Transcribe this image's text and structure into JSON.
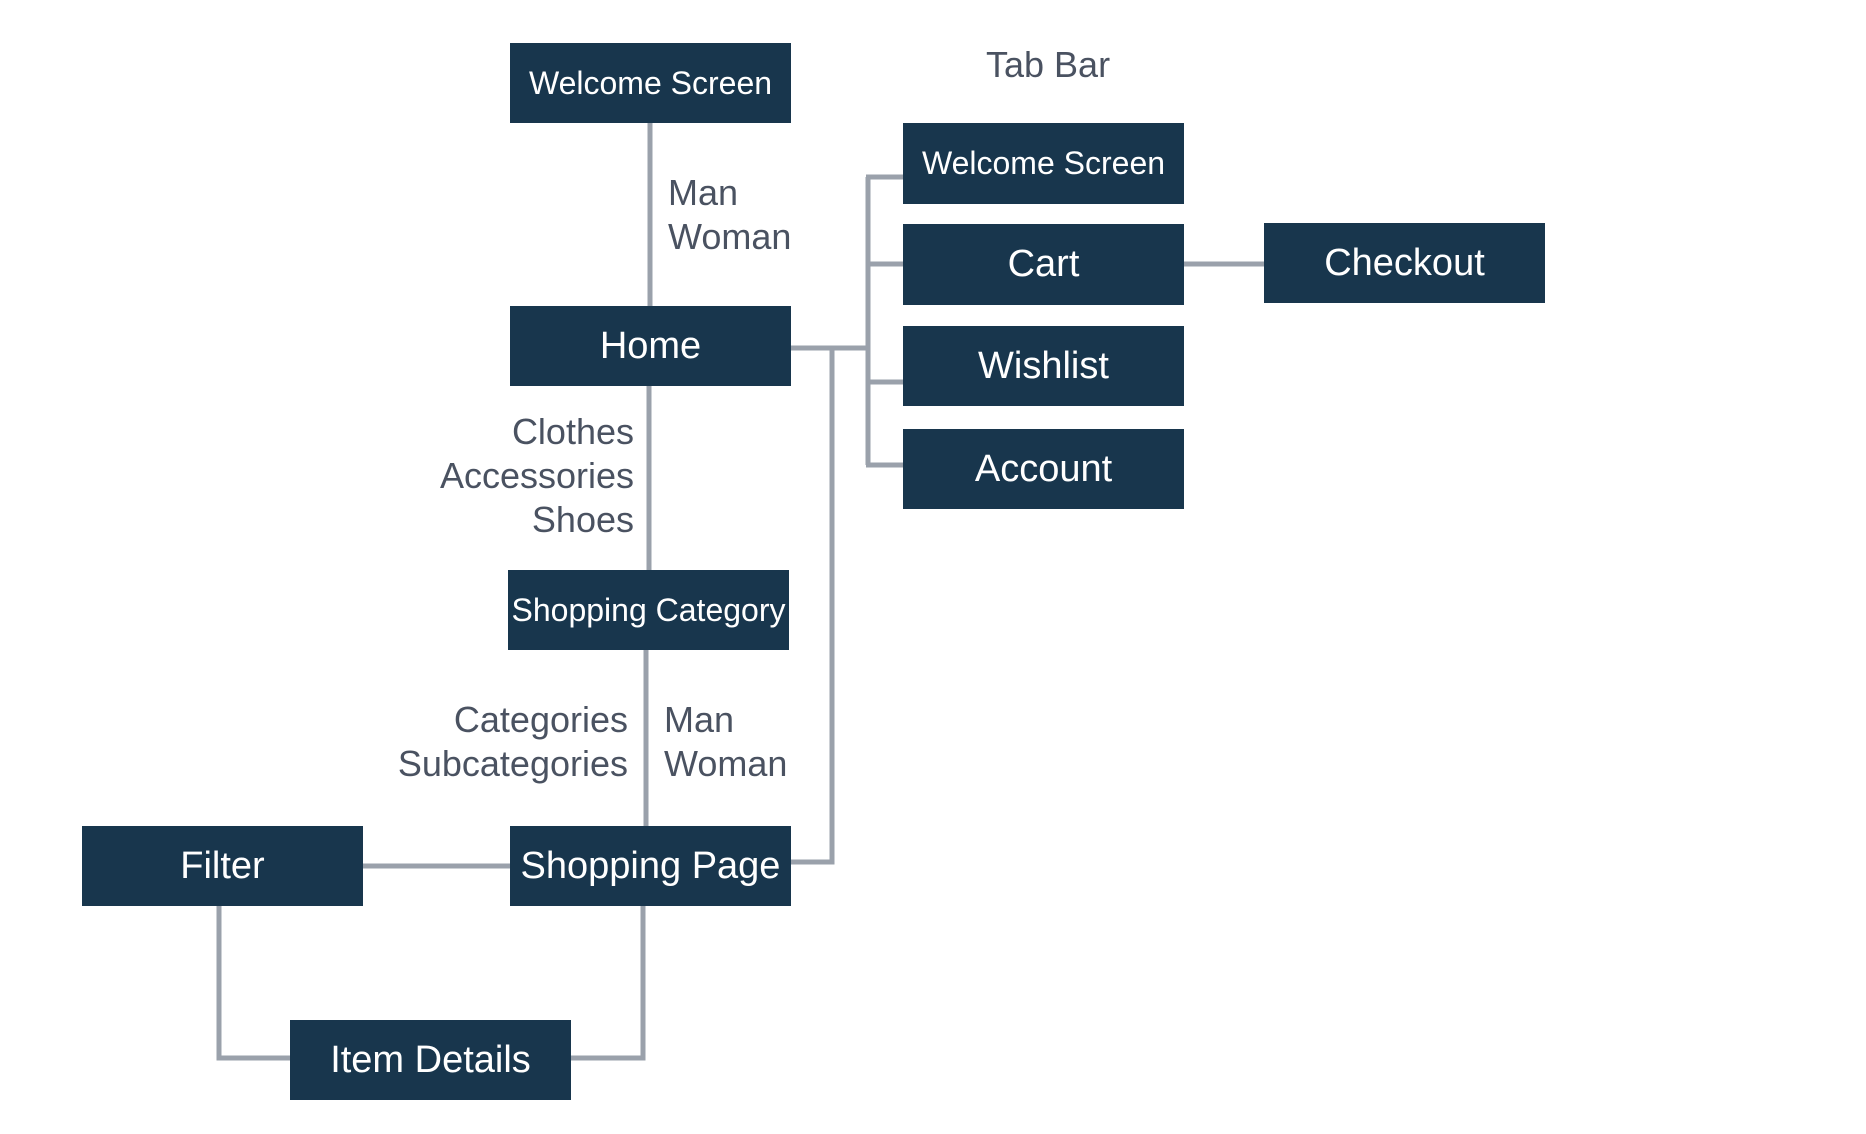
{
  "colors": {
    "node_fill": "#18364d",
    "node_text": "#ffffff",
    "connector": "#9aa1ab",
    "label_text": "#4a5261"
  },
  "tab_bar_title": "Tab Bar",
  "nodes": {
    "welcome_screen": "Welcome Screen",
    "home": "Home",
    "shopping_category": "Shopping Category",
    "shopping_page": "Shopping Page",
    "filter": "Filter",
    "item_details": "Item Details",
    "tab_welcome_screen": "Welcome Screen",
    "tab_cart": "Cart",
    "tab_wishlist": "Wishlist",
    "tab_account": "Account",
    "checkout": "Checkout"
  },
  "edge_labels": {
    "welcome_to_home": "Man\nWoman",
    "home_to_category": "Clothes\nAccessories\nShoes",
    "category_to_page_left": "Categories\nSubcategories",
    "category_to_page_right": "Man\nWoman"
  }
}
